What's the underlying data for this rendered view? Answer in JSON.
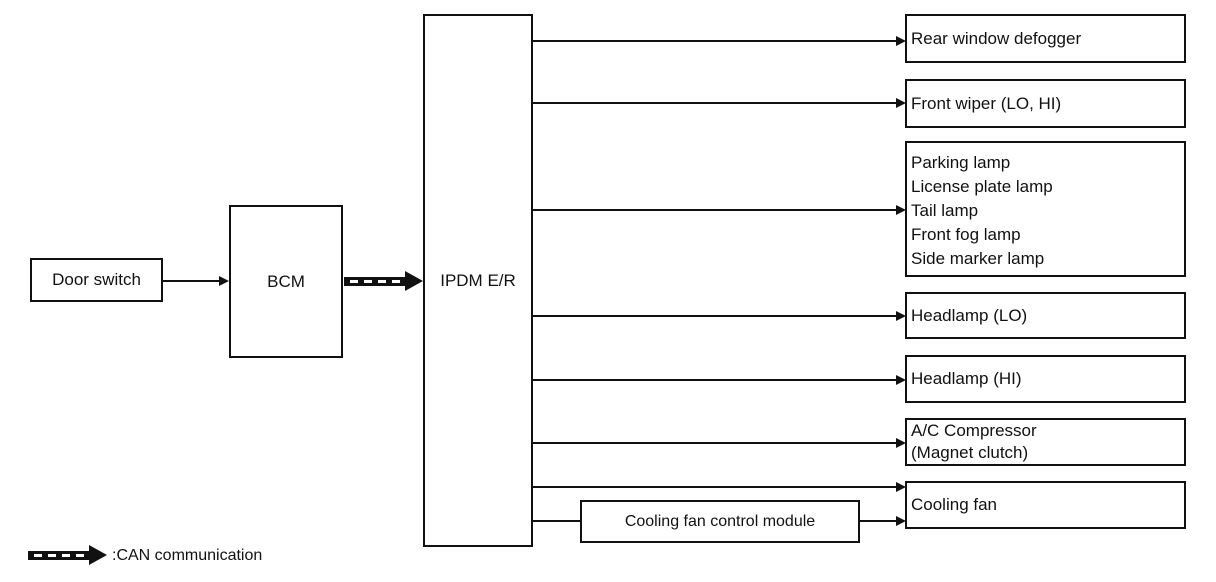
{
  "diagram": {
    "title_hint": "IPDM E/R load control block diagram",
    "nodes": {
      "door_switch": "Door switch",
      "bcm": "BCM",
      "ipdm": "IPDM E/R",
      "cooling_fan_control_module": "Cooling fan control module"
    },
    "outputs": {
      "rear_window_defogger": "Rear window defogger",
      "front_wiper": "Front wiper (LO, HI)",
      "lamp_group": [
        "Parking lamp",
        "License plate lamp",
        "Tail lamp",
        "Front fog lamp",
        "Side marker lamp"
      ],
      "headlamp_lo": "Headlamp (LO)",
      "headlamp_hi": "Headlamp (HI)",
      "ac_compressor": [
        "A/C Compressor",
        "(Magnet clutch)"
      ],
      "cooling_fan": "Cooling fan"
    },
    "legend": {
      "can_label": ":CAN communication"
    },
    "colors": {
      "line": "#111111",
      "background": "#ffffff"
    }
  }
}
